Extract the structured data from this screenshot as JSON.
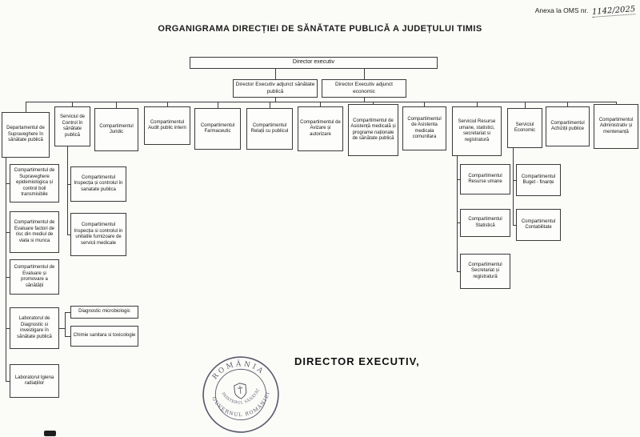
{
  "annex": {
    "label": "Anexa la OMS nr.",
    "number": "1142/2025"
  },
  "title": "ORGANIGRAMA  DIRECȚIEI DE SĂNĂTATE PUBLICĂ A JUDEȚULUI TIMIS",
  "director_executiv": "Director executiv",
  "adjuncts": [
    "Director Executiv adjunct sănătate publică",
    "Director Executiv adjunct economic"
  ],
  "departments": [
    "Departamentul de Supraveghere în sănătate publică",
    "Serviciul de Control în sănătate publică",
    "Compartimentul Juridic",
    "Compartimentul Audit public intern",
    "Compartimentul Farmaceutic",
    "Compartimentul Relații cu publicul",
    "Compartimentul de Avizare și autorizare",
    "Compartimentul de Asistență medicală și programe naționale de sănătate publică",
    "Compartimentul de Asistenta medicala comunitara",
    "Serviciul Resurse umane, statistici, secretariat si registratură",
    "Serviciul Economic",
    "Compartimentul Achiziții publice",
    "Compartimentul Administrativ și mentenanță"
  ],
  "supraveghere_sub": [
    "Compartimentul de Supraveghere epidemiologica și control boli transmisibile",
    "Compartimentul de Evaluare factori de risc din mediul de viata si munca",
    "Compartimentul de Evaluare și promovare a sănătății",
    "Laboratorul de Diagnostic si investigare în sănătate publică",
    "Laboratorul Igiena radiațiilor"
  ],
  "laborator_branches": [
    "Diagnostic microbiologic",
    "Chimie sanitara si toxicologie"
  ],
  "control_sub": [
    "Compartimentul Inspecția și controlul în sanatate publica",
    "Compartimentul Inspecția si controlul in unitatile furnizoare de servicii medicale"
  ],
  "resurse_sub": [
    "Compartimentul Resurse umane",
    "Compartimentul Statistică",
    "Compartimentul Secretariat și registratură"
  ],
  "economic_sub": [
    "Compartimentul Buget - finanțe",
    "Compartimentul Contabilitate"
  ],
  "signature": "DIRECTOR EXECUTIV,",
  "stamp": {
    "top": "ROMÂNIA",
    "inner": "MINISTERUL SĂNĂTĂȚII",
    "bottom": "GUVERNUL ROMÂNIEI"
  },
  "ink_color": "#3f3f55"
}
